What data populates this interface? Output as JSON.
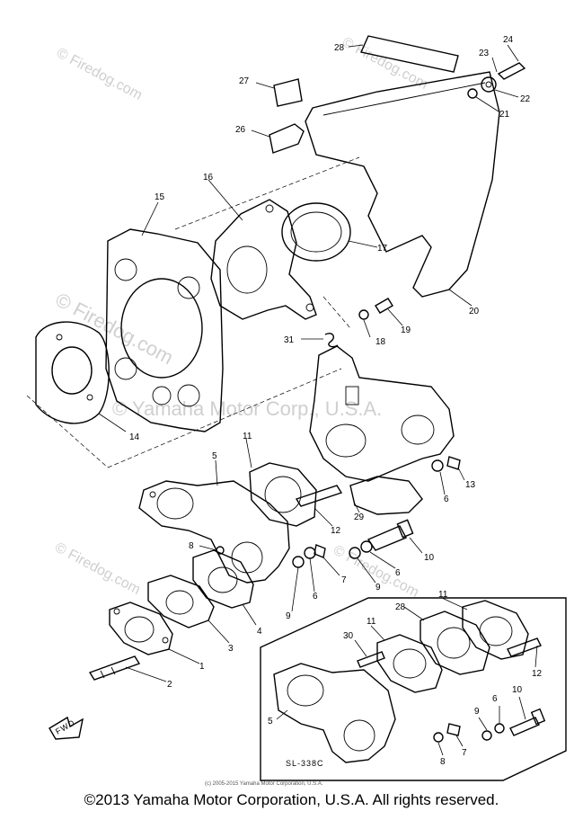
{
  "watermarks": {
    "firedog_1": "© Firedog.com",
    "firedog_2": "© Firedog.com",
    "firedog_3": "© Firedog.com",
    "firedog_4": "© Firedog.com",
    "firedog_5": "© Firedog.com",
    "yamaha": "© Yamaha Motor Corp., U.S.A."
  },
  "small_copyright": "(c) 2005-2015 Yamaha Motor Corporation, U.S.A.",
  "inset_label": "SL-338C",
  "fwd_label": "FWD",
  "footer": "©2013 Yamaha Motor Corporation, U.S.A. All rights reserved.",
  "callouts": {
    "c1": "1",
    "c2": "2",
    "c3": "3",
    "c4": "4",
    "c5a": "5",
    "c5b": "5",
    "c6a": "6",
    "c6b": "6",
    "c6c": "6",
    "c6d": "6",
    "c7a": "7",
    "c7b": "7",
    "c8a": "8",
    "c8b": "8",
    "c9a": "9",
    "c9b": "9",
    "c9c": "9",
    "c10a": "10",
    "c10b": "10",
    "c11a": "11",
    "c11b": "11",
    "c11c": "11",
    "c12a": "12",
    "c12b": "12",
    "c13": "13",
    "c14": "14",
    "c15": "15",
    "c16": "16",
    "c17": "17",
    "c18": "18",
    "c19": "19",
    "c20": "20",
    "c21": "21",
    "c22": "22",
    "c23": "23",
    "c24": "24",
    "c26": "26",
    "c27": "27",
    "c28a": "28",
    "c28b": "28",
    "c29": "29",
    "c30": "30",
    "c31": "31"
  }
}
